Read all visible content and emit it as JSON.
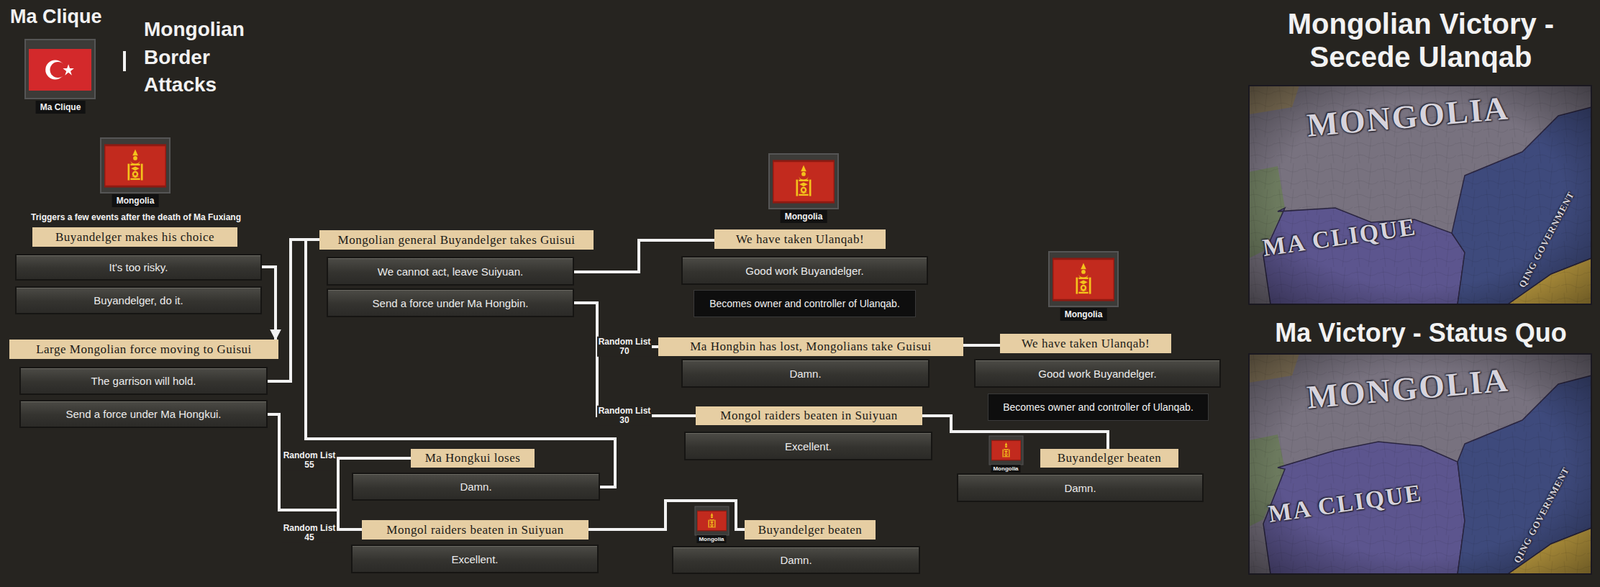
{
  "diagram": {
    "title": "Mongolian Border Attacks",
    "nodes": [
      {
        "text": [
          "Buyandelger makes his choice"
        ]
      },
      {
        "text": [
          "It's too risky."
        ]
      },
      {
        "text": [
          "Buyandelger, do it."
        ]
      },
      {
        "text": [
          "Large Mongolian force moving to Guisui"
        ]
      },
      {
        "text": [
          "The garrison will hold."
        ]
      },
      {
        "text": [
          "Send a force under Ma Hongkui."
        ]
      },
      {
        "text": [
          "Mongolian general Buyandelger takes Guisui"
        ]
      },
      {
        "text": [
          "We cannot act, leave Suiyuan."
        ]
      },
      {
        "text": [
          "Send a force under Ma Hongbin."
        ]
      },
      {
        "text": [
          "We have taken Ulanqab!"
        ]
      },
      {
        "text": [
          "Good work Buyandelger."
        ]
      },
      {
        "text": [
          "Becomes owner and controller of Ulanqab."
        ]
      },
      {
        "text": [
          "Ma Hongbin has lost, Mongolians take Guisui"
        ]
      },
      {
        "text": [
          "Damn."
        ]
      },
      {
        "text": [
          "We have taken Ulanqab!"
        ]
      },
      {
        "text": [
          "Good work Buyandelger."
        ]
      },
      {
        "text": [
          "Becomes owner and controller of Ulanqab."
        ]
      },
      {
        "text": [
          "Mongol raiders beaten in Suiyuan"
        ]
      },
      {
        "text": [
          "Excellent."
        ]
      },
      {
        "text": [
          "Buyandelger beaten"
        ]
      },
      {
        "text": [
          "Damn."
        ]
      },
      {
        "text": [
          "Ma Hongkui loses"
        ]
      },
      {
        "text": [
          "Damn."
        ]
      },
      {
        "text": [
          "Mongol raiders beaten in Suiyuan"
        ]
      },
      {
        "text": [
          "Excellent."
        ]
      },
      {
        "text": [
          "Buyandelger beaten"
        ]
      },
      {
        "text": [
          "Damn."
        ]
      }
    ],
    "edges": [
      {
        "from": 1,
        "to": 3,
        "arrow": "to"
      },
      {
        "from": 4,
        "to": 6,
        "arrow": "none"
      },
      {
        "from": 22,
        "to": 6,
        "arrow": "none"
      },
      {
        "from": 5,
        "to": 21,
        "label": "Random List 55",
        "arrow": "none"
      },
      {
        "from": 5,
        "to": 23,
        "label": "Random List 45",
        "arrow": "none"
      },
      {
        "from": 7,
        "to": 9,
        "arrow": "none"
      },
      {
        "from": 8,
        "to": 12,
        "label": "Random List 70",
        "arrow": "none"
      },
      {
        "from": 8,
        "to": 17,
        "label": "Random List 30",
        "arrow": "none"
      },
      {
        "from": 12,
        "to": 14,
        "arrow": "none"
      },
      {
        "from": 17,
        "to": 19,
        "arrow": "none"
      },
      {
        "from": 23,
        "to": 25,
        "arrow": "none"
      }
    ],
    "labels": [
      "Ma Clique",
      "Ma Clique",
      "Mongolia",
      "Triggers a few events after the death of Ma Fuxiang",
      "Mongolia",
      "Mongolia",
      "Mongolia",
      "Mongolia",
      "Mongolian Victory - Secede Ulanqab",
      "Ma Victory - Status Quo",
      "MONGOLIA",
      "MA CLIQUE",
      "QING GOVERNMENT",
      "MONGOLIA",
      "MA CLIQUE",
      "QING GOVERNMENT"
    ]
  }
}
